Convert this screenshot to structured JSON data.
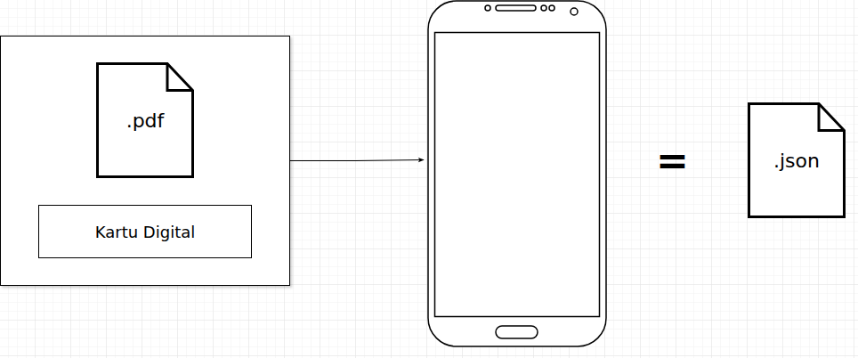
{
  "diagram": {
    "nodes": [
      {
        "text": [
          ".pdf"
        ]
      },
      {
        "text": [
          "Kartu Digital"
        ]
      },
      {
        "text": [
          ".json"
        ]
      }
    ],
    "labels": [
      "="
    ]
  }
}
